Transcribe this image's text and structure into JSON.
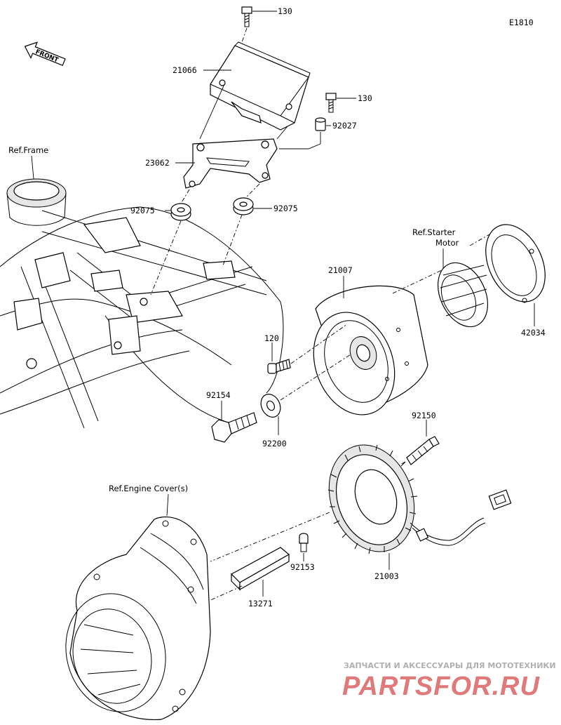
{
  "diagram_code": "E1810",
  "front_label": "FRONT",
  "refs": {
    "frame": "Ref.Frame",
    "starter_motor_1": "Ref.Starter",
    "starter_motor_2": "Motor",
    "engine_cover": "Ref.Engine Cover(s)"
  },
  "parts": {
    "p130_top": "130",
    "p21066": "21066",
    "p130_right": "130",
    "p92027": "92027",
    "p23062": "23062",
    "p92075_left": "92075",
    "p92075_right": "92075",
    "p21007": "21007",
    "p42034": "42034",
    "p120": "120",
    "p92154": "92154",
    "p92200": "92200",
    "p92150": "92150",
    "p21003": "21003",
    "p92153": "92153",
    "p13271": "13271"
  },
  "watermark": {
    "tagline": "ЗАПЧАСТИ И АКСЕССУАРЫ ДЛЯ МОТОТЕХНИКИ",
    "brand": "PARTSFOR.RU"
  }
}
